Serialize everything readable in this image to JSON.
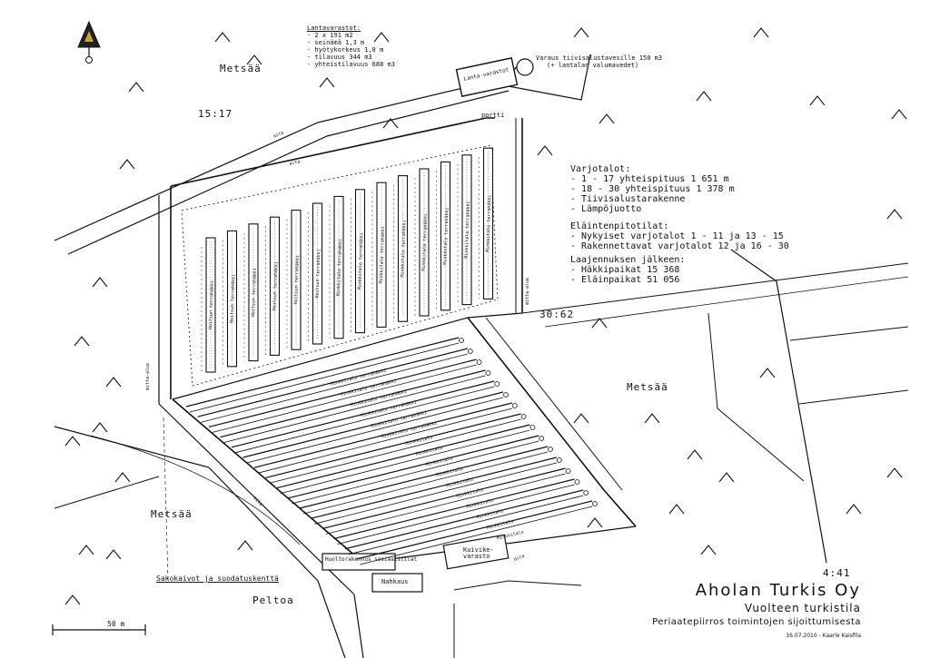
{
  "map": {
    "areas": {
      "forest_top": "Metsää",
      "forest_right": "Metsää",
      "forest_left": "Metsää",
      "field": "Peltoa"
    },
    "codes": {
      "top": "15:17",
      "right": "30:62",
      "bottom_right": "4:41"
    },
    "manure_store": {
      "title": "Lantavarastot:",
      "lines": [
        "- 2 x 191 m2",
        "- seinämä 1,3 m",
        "- hyötykorkeus 1,8 m",
        "- tilavuus 344 m3",
        "- yhteistilavuus 688 m3"
      ],
      "label": "Lanta-varastot"
    },
    "tank": {
      "line1": "Varaus tiivisalustavesille 150 m3",
      "line2": "(+ lantalan valumavedet)"
    },
    "gate": "portti",
    "shed_small_label": "Hoitsun terrahäkki",
    "shed_large_label": "Minkkitalo terrahäkki",
    "hall_label": "Minkkitalo",
    "road_labels": [
      "aita",
      "aita",
      "aita",
      "mitta-alue",
      "mitta-alue",
      "aita"
    ],
    "legend": {
      "group1": {
        "title": "Varjotalot:",
        "items": [
          "- 1 - 17 yhteispituus 1 651 m",
          "- 18 - 30 yhteispituus 1 378 m",
          "- Tiivisalustarakenne",
          "- Lämpöjuotto"
        ]
      },
      "group2": {
        "title": "Eläintenpitotilat:",
        "items": [
          "- Nykyiset varjotalot 1 - 11 ja 13 - 15",
          "- Rakennettavat varjotalot 12 ja 16 - 30"
        ]
      },
      "group3": {
        "title": "Laajennuksen jälkeen:",
        "items": [
          "- Häkkipaikat 15 368",
          "- Eläinpaikat 51 056"
        ]
      }
    },
    "septic": "Sakokaivot ja suodatuskenttä",
    "bottom_buildings": {
      "b1": "Huoltorakennus sosiaalitilat",
      "b2": "Nahkaus",
      "b3": "Kuivike-varasto"
    },
    "scale": "50 m",
    "title_block": {
      "company": "Aholan Turkis Oy",
      "farm": "Vuolteen turkistila",
      "subtitle": "Periaatepiirros toimintojen sijoittumisesta",
      "footer": "16.07.2010 - Kaarle Kaisfila"
    }
  }
}
